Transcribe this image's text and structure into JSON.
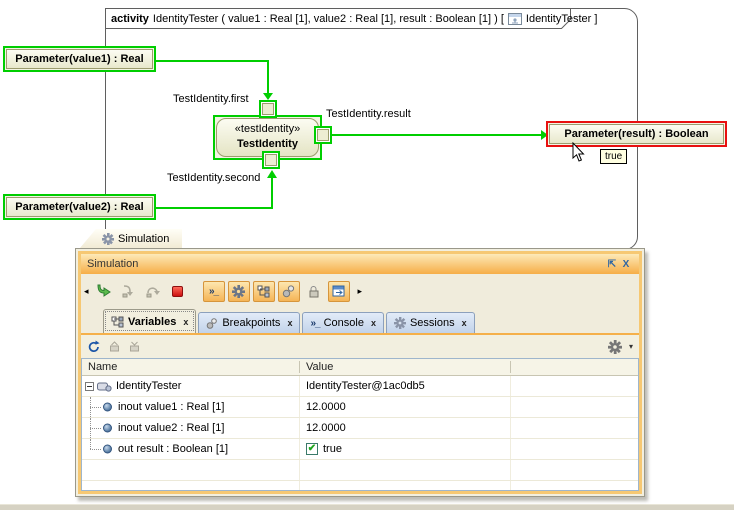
{
  "colors": {
    "highlight_green": "#00CE00",
    "highlight_red": "#E81010",
    "panel_orange": "#F6AD47"
  },
  "diagram": {
    "header": {
      "keyword": "activity",
      "signature": "IdentityTester ( value1 : Real [1], value2 : Real [1], result : Boolean [1] ) [",
      "diagram_ref": "IdentityTester ]"
    },
    "nodes": {
      "param_value1": "Parameter(value1) : Real",
      "param_value2": "Parameter(value2) : Real",
      "param_result": "Parameter(result) : Boolean",
      "action_stereotype": "«testIdentity»",
      "action_name": "TestIdentity"
    },
    "pin_labels": {
      "first": "TestIdentity.first",
      "second": "TestIdentity.second",
      "result": "TestIdentity.result"
    },
    "tooltip": "true"
  },
  "sim": {
    "editor_tab": "Simulation",
    "title": "Simulation",
    "console_glyph": "»_",
    "tabs": [
      {
        "label": "Variables",
        "active": true
      },
      {
        "label": "Breakpoints",
        "active": false
      },
      {
        "label": "Console",
        "active": false
      },
      {
        "label": "Sessions",
        "active": false
      }
    ],
    "table": {
      "columns": [
        "Name",
        "Value"
      ],
      "rows": [
        {
          "name": "IdentityTester",
          "value": "IdentityTester@1ac0db5"
        },
        {
          "name": "inout value1 : Real [1]",
          "value": "12.0000"
        },
        {
          "name": "inout value2 : Real [1]",
          "value": "12.0000"
        },
        {
          "name": "out result : Boolean [1]",
          "value": "true",
          "checked": true
        }
      ]
    }
  }
}
